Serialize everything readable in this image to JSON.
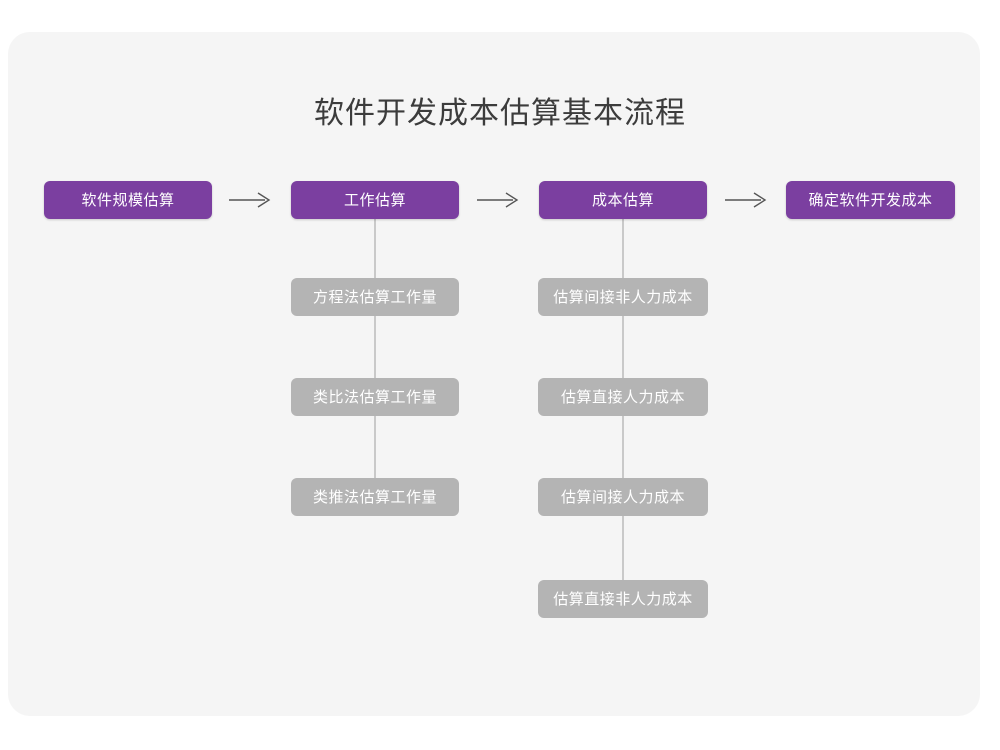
{
  "page": {
    "title": "软件开发成本估算基本流程",
    "background_color": "#ffffff",
    "card_color": "#f5f5f5",
    "accent_color": "#7b3fa0",
    "secondary_color": "#b4b4b4",
    "connector_color": "#c9c9c9",
    "title_color": "#3c3c3c"
  },
  "flow": {
    "main_steps": [
      {
        "label": "软件规模估算"
      },
      {
        "label": "工作估算"
      },
      {
        "label": "成本估算"
      },
      {
        "label": "确定软件开发成本"
      }
    ],
    "arrows": [
      {
        "name": "arrow-1",
        "glyph": "→"
      },
      {
        "name": "arrow-2",
        "glyph": "→"
      },
      {
        "name": "arrow-3",
        "glyph": "→"
      }
    ],
    "branches": [
      {
        "parent": "工作估算",
        "items": [
          {
            "label": "方程法估算工作量"
          },
          {
            "label": "类比法估算工作量"
          },
          {
            "label": "类推法估算工作量"
          }
        ]
      },
      {
        "parent": "成本估算",
        "items": [
          {
            "label": "估算间接非人力成本"
          },
          {
            "label": "估算直接人力成本"
          },
          {
            "label": "估算间接人力成本"
          },
          {
            "label": "估算直接非人力成本"
          }
        ]
      }
    ]
  }
}
